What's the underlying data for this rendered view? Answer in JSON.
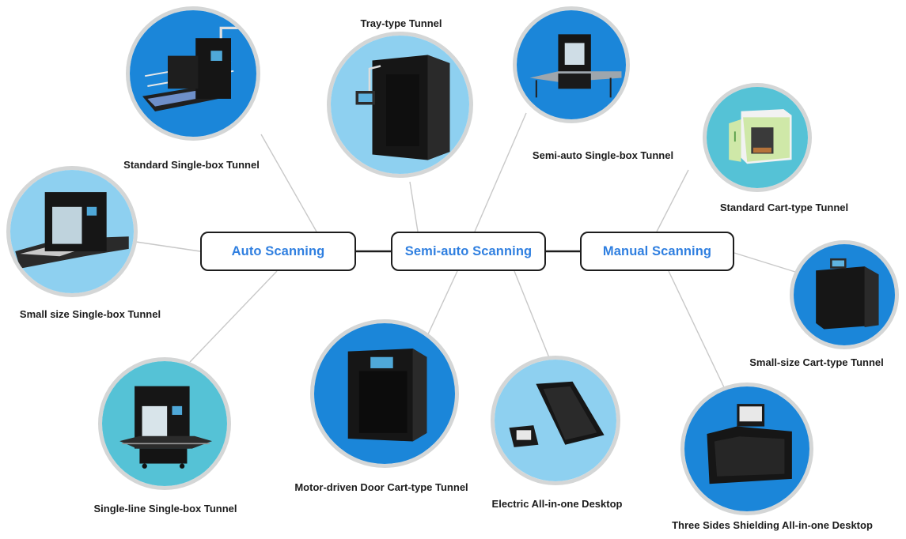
{
  "colors": {
    "hub_text": "#2f7fe0",
    "hub_border": "#1d1d1d",
    "circle_blue": "#1b86d9",
    "circle_light": "#8ed0f0",
    "circle_teal": "#55c2d6",
    "circle_ring": "#d4d6d6",
    "connector": "#c8c8c8"
  },
  "hubs": {
    "auto": "Auto Scanning",
    "semi": "Semi-auto Scanning",
    "manual": "Manual Scanning"
  },
  "products": {
    "standard_single_box": {
      "label": "Standard Single-box Tunnel",
      "icon": "conveyor-tunnel-with-railings",
      "hub": "Auto Scanning"
    },
    "small_single_box": {
      "label": "Small size Single-box Tunnel",
      "icon": "compact-conveyor-tunnel",
      "hub": "Auto Scanning"
    },
    "single_line": {
      "label": "Single-line Single-box Tunnel",
      "icon": "roller-line-tunnel",
      "hub": "Auto Scanning"
    },
    "tray_type": {
      "label": "Tray-type Tunnel",
      "icon": "tall-tray-tunnel",
      "hub": "Semi-auto Scanning"
    },
    "semi_auto_single_box": {
      "label": "Semi-auto Single-box Tunnel",
      "icon": "small-tunnel-on-stand",
      "hub": "Semi-auto Scanning"
    },
    "motor_door": {
      "label": "Motor-driven Door Cart-type Tunnel",
      "icon": "cabinet-with-door",
      "hub": "Semi-auto Scanning"
    },
    "electric_desktop": {
      "label": "Electric All-in-one Desktop",
      "icon": "desktop-conveyor",
      "hub": "Semi-auto Scanning"
    },
    "standard_cart": {
      "label": "Standard Cart-type Tunnel",
      "icon": "cart-cabinet",
      "hub": "Manual Scanning"
    },
    "small_cart": {
      "label": "Small-size Cart-type Tunnel",
      "icon": "small-cart-cabinet",
      "hub": "Manual Scanning"
    },
    "three_sides": {
      "label": "Three Sides Shielding All-in-one Desktop",
      "icon": "shielded-desktop-unit",
      "hub": "Manual Scanning"
    }
  }
}
